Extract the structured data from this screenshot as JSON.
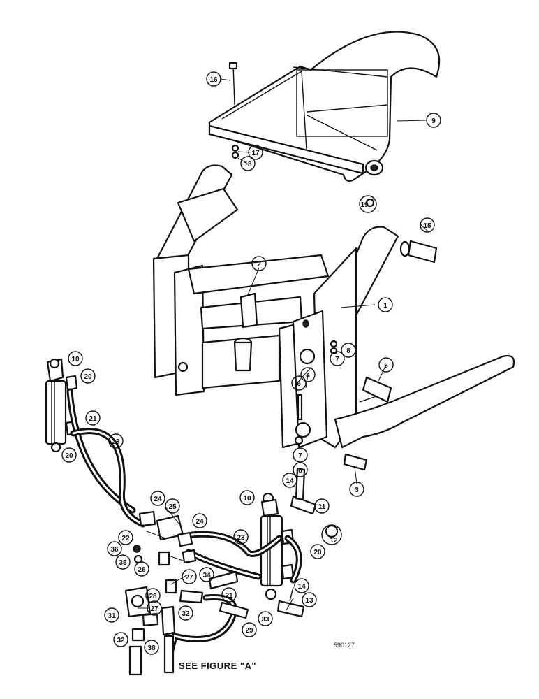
{
  "figure": {
    "caption": "SEE FIGURE \"A\"",
    "doc_number": "590127"
  },
  "callouts": [
    {
      "id": "c1",
      "label": "1"
    },
    {
      "id": "c2",
      "label": "2"
    },
    {
      "id": "c3",
      "label": "3"
    },
    {
      "id": "c4",
      "label": "4"
    },
    {
      "id": "c5",
      "label": "5"
    },
    {
      "id": "c6",
      "label": "6"
    },
    {
      "id": "c7a",
      "label": "7"
    },
    {
      "id": "c7b",
      "label": "7"
    },
    {
      "id": "c8a",
      "label": "8"
    },
    {
      "id": "c8b",
      "label": "8"
    },
    {
      "id": "c9",
      "label": "9"
    },
    {
      "id": "c10a",
      "label": "10"
    },
    {
      "id": "c10b",
      "label": "10"
    },
    {
      "id": "c11",
      "label": "11"
    },
    {
      "id": "c12",
      "label": "12"
    },
    {
      "id": "c13",
      "label": "13"
    },
    {
      "id": "c14a",
      "label": "14"
    },
    {
      "id": "c14b",
      "label": "14"
    },
    {
      "id": "c15",
      "label": "15"
    },
    {
      "id": "c16",
      "label": "16"
    },
    {
      "id": "c17",
      "label": "17"
    },
    {
      "id": "c18",
      "label": "18"
    },
    {
      "id": "c19",
      "label": "19"
    },
    {
      "id": "c20a",
      "label": "20"
    },
    {
      "id": "c20b",
      "label": "20"
    },
    {
      "id": "c20c",
      "label": "20"
    },
    {
      "id": "c21a",
      "label": "21"
    },
    {
      "id": "c21b",
      "label": "21"
    },
    {
      "id": "c22",
      "label": "22"
    },
    {
      "id": "c23a",
      "label": "23"
    },
    {
      "id": "c23b",
      "label": "23"
    },
    {
      "id": "c24a",
      "label": "24"
    },
    {
      "id": "c24b",
      "label": "24"
    },
    {
      "id": "c25",
      "label": "25"
    },
    {
      "id": "c26",
      "label": "26"
    },
    {
      "id": "c27a",
      "label": "27"
    },
    {
      "id": "c27b",
      "label": "27"
    },
    {
      "id": "c28",
      "label": "28"
    },
    {
      "id": "c29",
      "label": "29"
    },
    {
      "id": "c31",
      "label": "31"
    },
    {
      "id": "c32a",
      "label": "32"
    },
    {
      "id": "c32b",
      "label": "32"
    },
    {
      "id": "c33",
      "label": "33"
    },
    {
      "id": "c34",
      "label": "34"
    },
    {
      "id": "c35",
      "label": "35"
    },
    {
      "id": "c36",
      "label": "36"
    },
    {
      "id": "c38",
      "label": "38"
    }
  ]
}
